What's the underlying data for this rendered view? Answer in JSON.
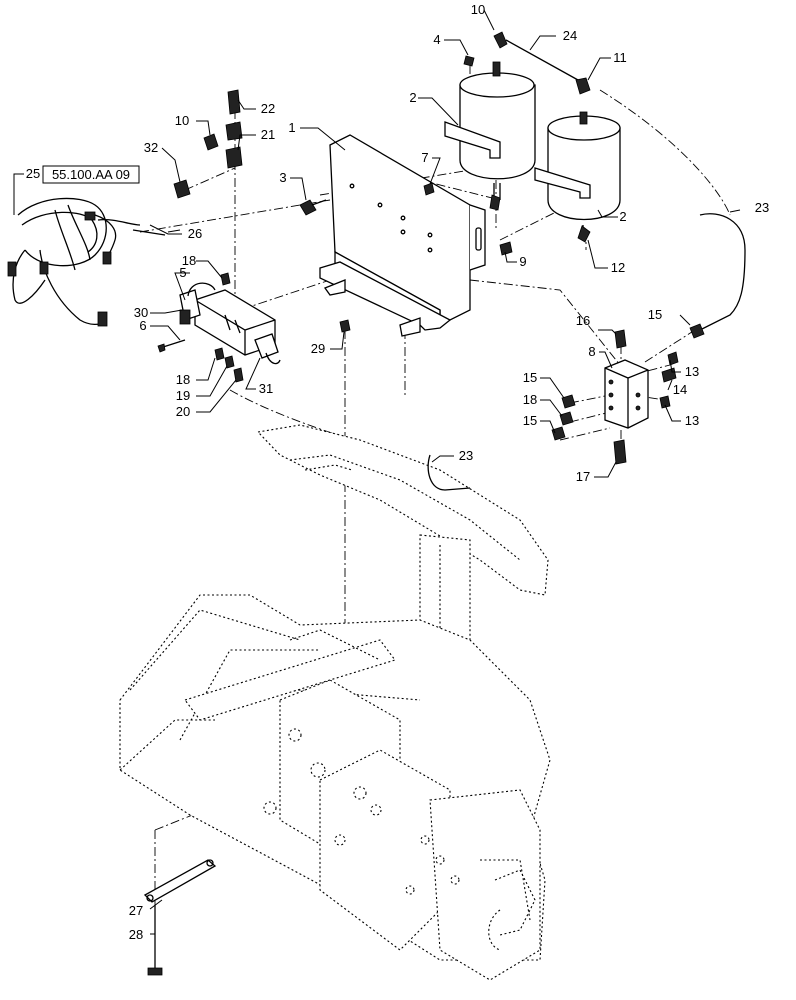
{
  "callouts": {
    "c1": "1",
    "c2a": "2",
    "c2b": "2",
    "c3": "3",
    "c4": "4",
    "c5": "5",
    "c6": "6",
    "c7": "7",
    "c8": "8",
    "c9": "9",
    "c10a": "10",
    "c10b": "10",
    "c11": "11",
    "c12": "12",
    "c13a": "13",
    "c13b": "13",
    "c14": "14",
    "c15a": "15",
    "c15b": "15",
    "c15c": "15",
    "c16": "16",
    "c17": "17",
    "c18a": "18",
    "c18b": "18",
    "c18c": "18",
    "c19": "19",
    "c20": "20",
    "c21": "21",
    "c22": "22",
    "c23a": "23",
    "c23b": "23",
    "c24": "24",
    "c25": "25",
    "c26": "26",
    "c27": "27",
    "c28": "28",
    "c29": "29",
    "c30": "30",
    "c31": "31",
    "c32": "32"
  },
  "reference_box": "55.100.AA 09"
}
